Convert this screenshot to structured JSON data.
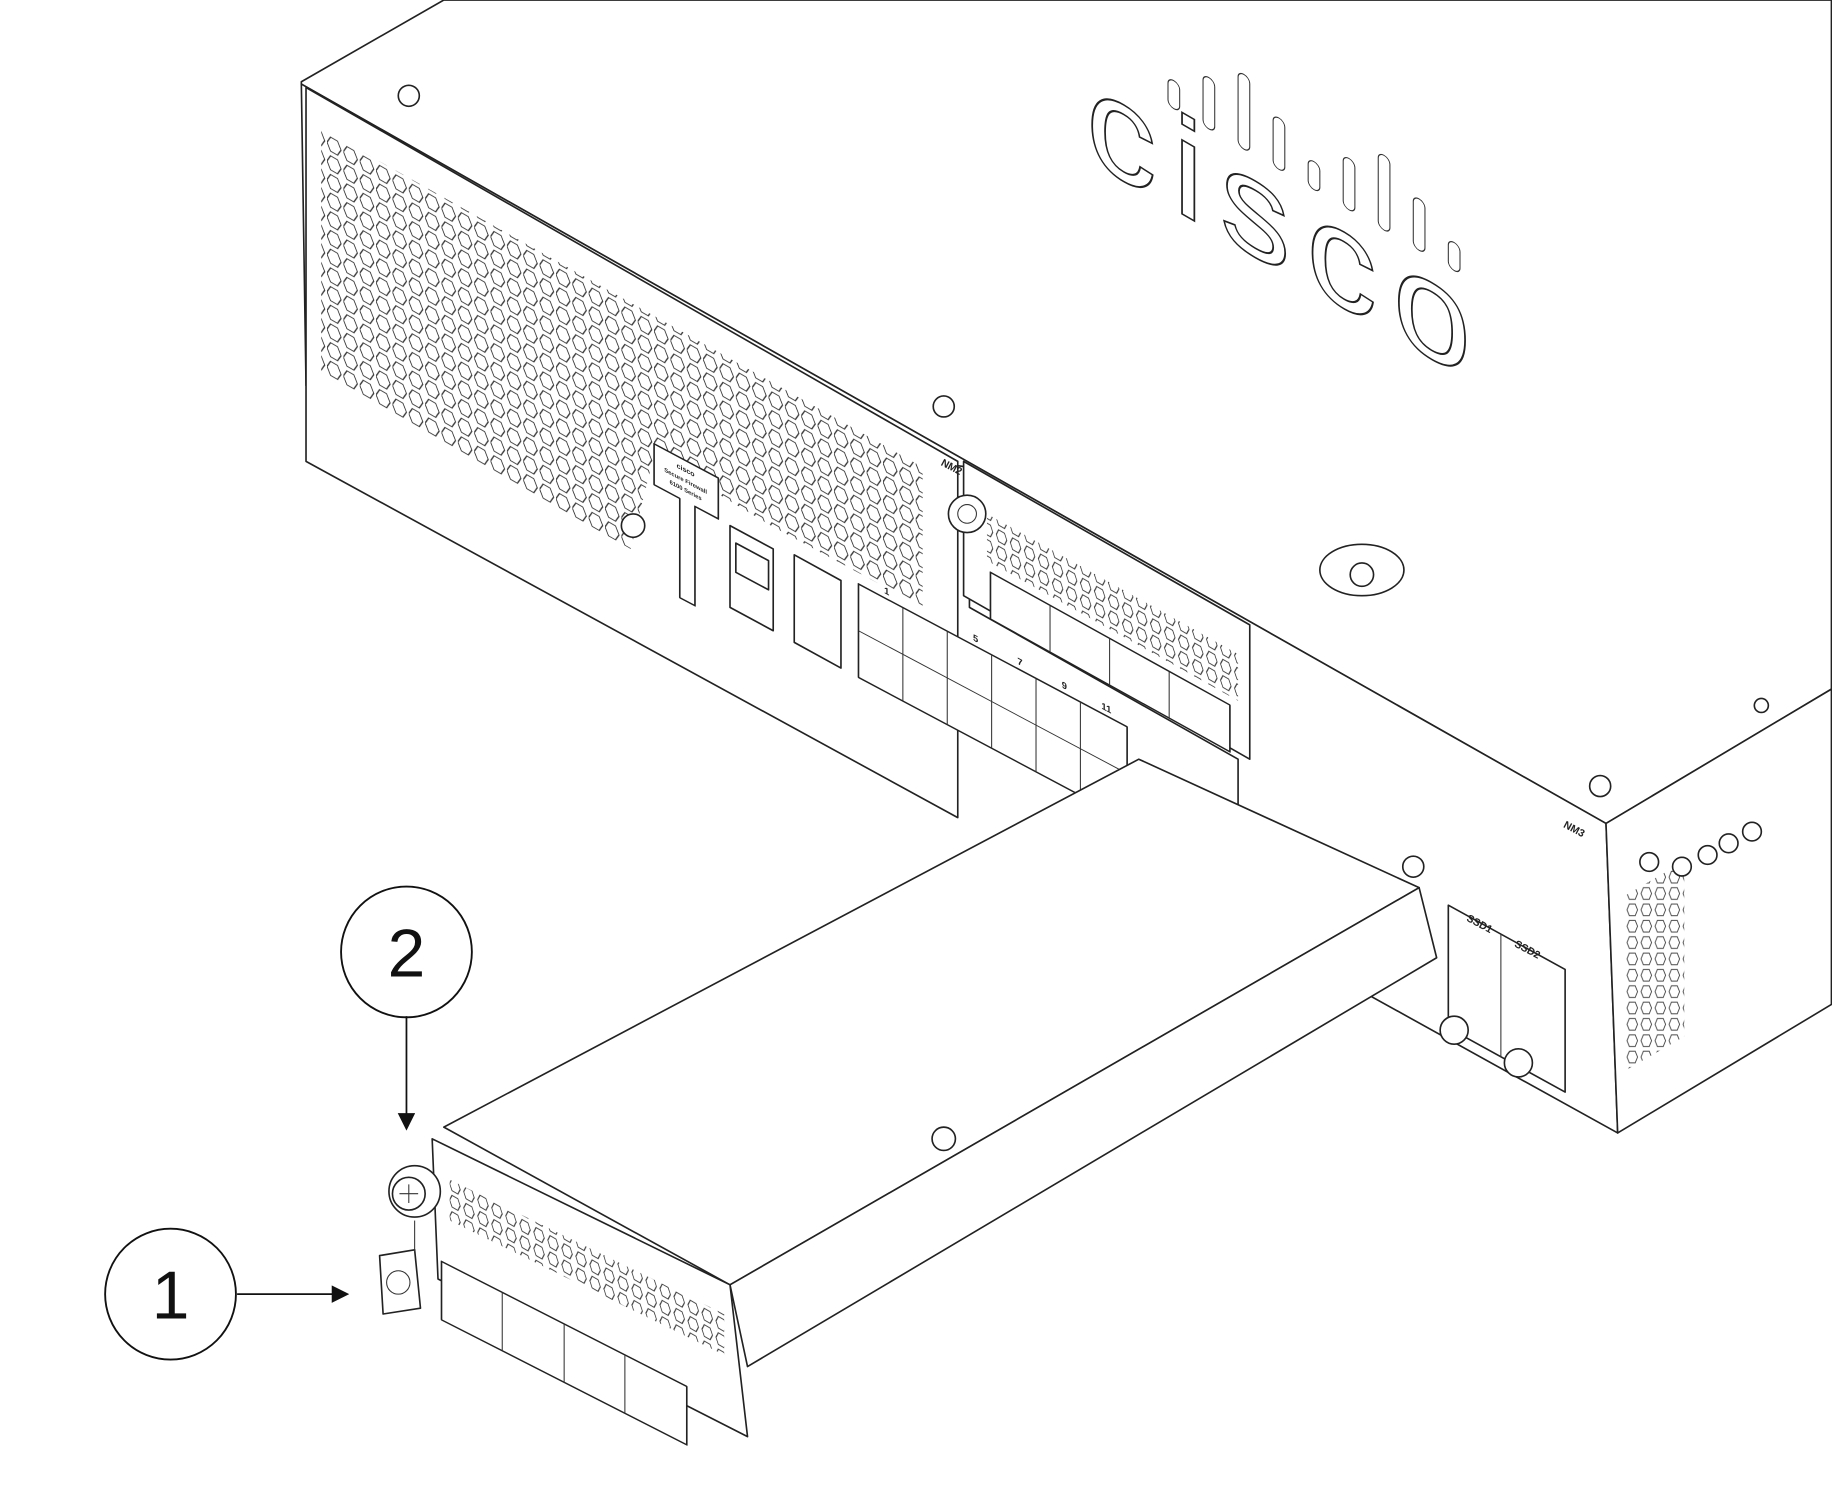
{
  "figure": {
    "logo_text": "cisco",
    "panel_label": {
      "brand": "cisco",
      "line1": "Secure Firewall",
      "line2": "6100 Series"
    },
    "slot_labels": {
      "nm2": "NM2",
      "nm3": "NM3",
      "ssd1": "SSD1",
      "ssd2": "SSD2"
    },
    "port_numbers": [
      "1",
      "5",
      "7",
      "9",
      "11"
    ],
    "callouts": [
      {
        "number": "1",
        "target": "port-cover"
      },
      {
        "number": "2",
        "target": "captive-screw"
      }
    ]
  }
}
